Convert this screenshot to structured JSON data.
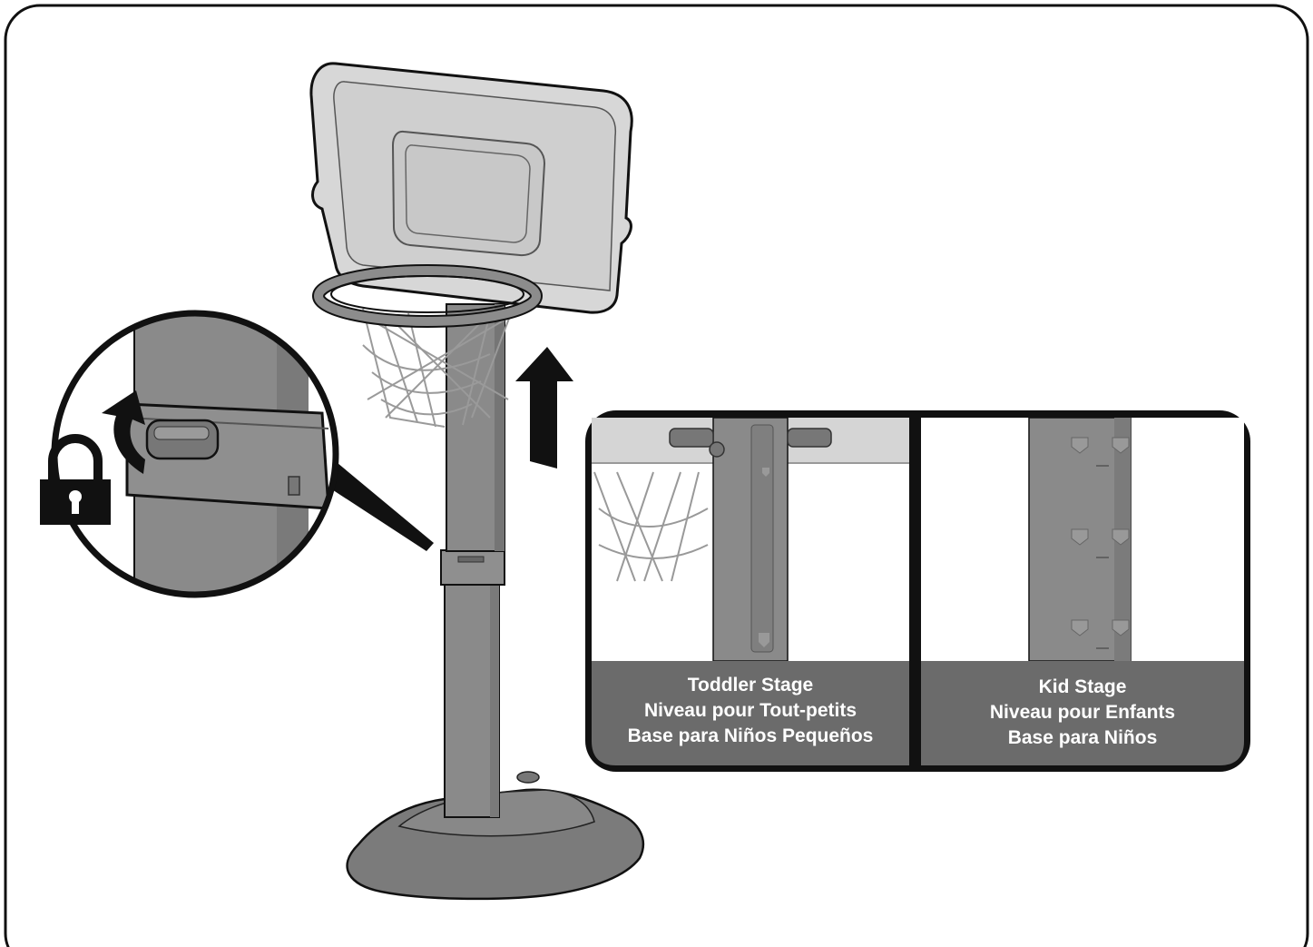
{
  "colors": {
    "outline": "#111111",
    "pole": "#8a8a8a",
    "pole_dark": "#6e6e6e",
    "backboard": "#d7d7d7",
    "caption_bg": "#6b6b6b",
    "background": "#ffffff"
  },
  "icons": [
    "lock-icon",
    "curved-arrow-icon",
    "up-arrow-icon"
  ],
  "stages": [
    {
      "id": "toddler",
      "lines": [
        "Toddler Stage",
        "Niveau pour Tout-petits",
        "Base para Niños Pequeños"
      ]
    },
    {
      "id": "kid",
      "lines": [
        "Kid Stage",
        "Niveau pour Enfants",
        "Base para Niños"
      ]
    }
  ]
}
